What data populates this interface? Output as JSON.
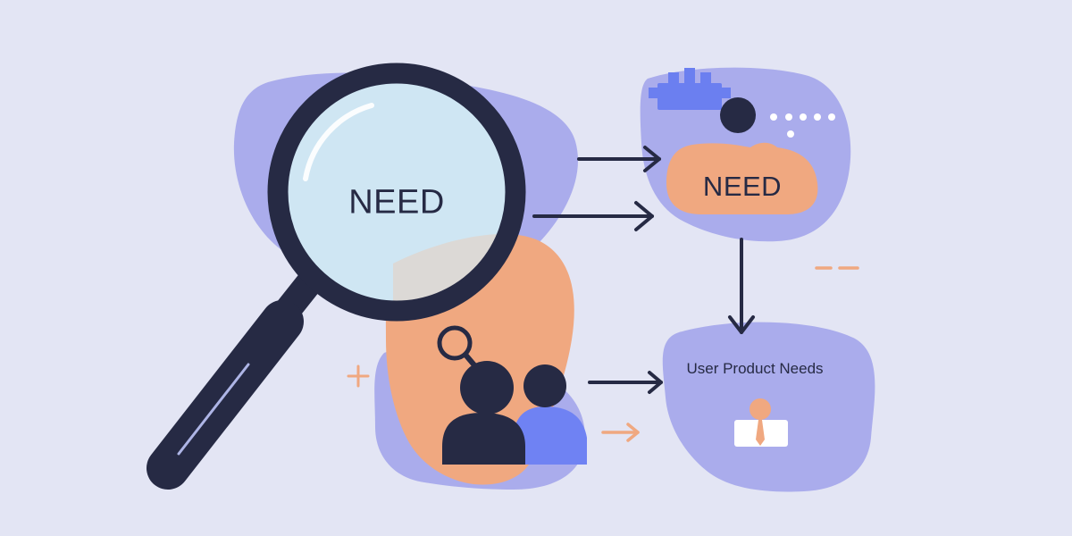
{
  "colors": {
    "background": "#e3e5f4",
    "blob_purple": "#aaacec",
    "accent_orange": "#f0a880",
    "ink_dark": "#262a44",
    "lens_fill": "#cfe6f3",
    "person_blue": "#6f82f3",
    "icon_blue": "#6b7ff0"
  },
  "lens": {
    "label": "NEED"
  },
  "cloud": {
    "label": "NEED"
  },
  "needs_box": {
    "label": "User Product Needs"
  },
  "icons": [
    "magnifying-glass-icon",
    "gear-icon",
    "dot-icon",
    "ellipsis-icon",
    "small-magnifier-icon",
    "user-group-icon",
    "businessman-icon",
    "plus-icon",
    "dash-icon",
    "arrow-icon"
  ]
}
